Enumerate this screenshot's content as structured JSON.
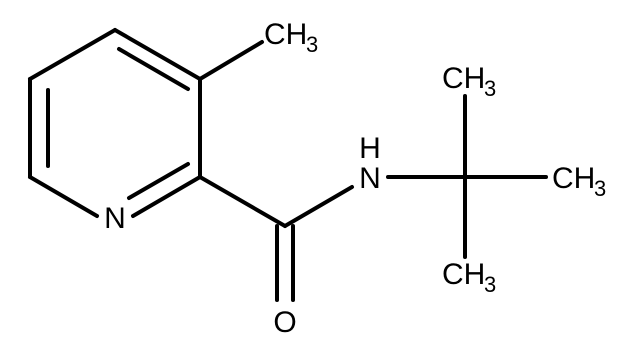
{
  "labels": {
    "n_ring": "N",
    "nh_n": "N",
    "nh_h": "H",
    "o": "O",
    "me_ring_c": "CH",
    "me_ring_sub": "3",
    "tbu_top_c": "CH",
    "tbu_top_sub": "3",
    "tbu_right_c": "CH",
    "tbu_right_sub": "3",
    "tbu_bottom_c": "CH",
    "tbu_bottom_sub": "3"
  },
  "colors": {
    "ink": "#000000",
    "background": "#ffffff"
  }
}
